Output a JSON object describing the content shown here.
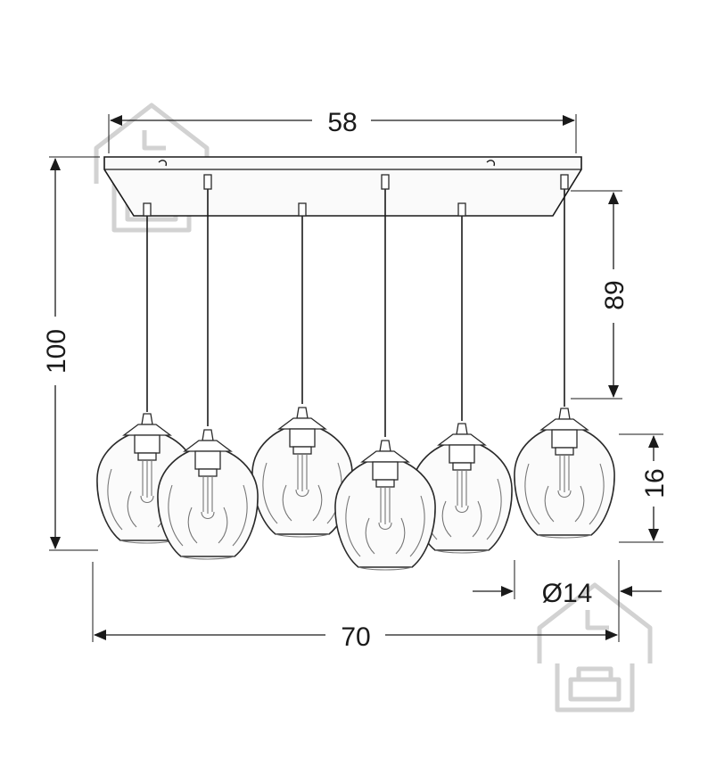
{
  "diagram": {
    "dimensions": {
      "width_top": "58",
      "total_height": "100",
      "cord_length": "89",
      "shade_height": "16",
      "shade_diameter": "Ø14",
      "width_total": "70"
    },
    "pendant_count": 6,
    "colors": {
      "line": "#1a1a1a",
      "watermark": "#d2d2d2",
      "background": "#ffffff"
    },
    "icons": [
      "arrow-icon",
      "house-logo-icon"
    ]
  }
}
